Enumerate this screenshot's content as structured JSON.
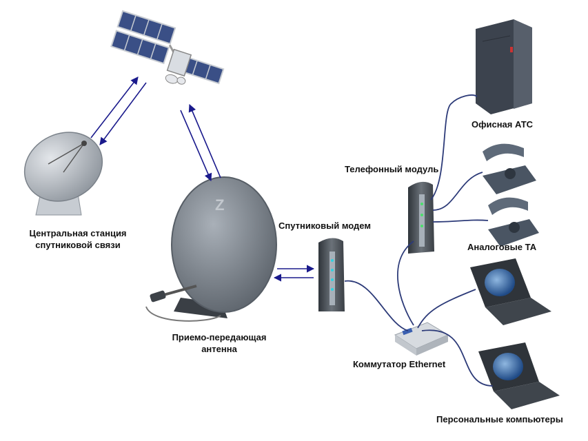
{
  "labels": {
    "central_station_line1": "Центральная станция",
    "central_station_line2": "спутниковой связи",
    "antenna_line1": "Приемо-передающая",
    "antenna_line2": "антенна",
    "satellite_modem": "Спутниковый модем",
    "phone_module": "Телефонный модуль",
    "office_pbx": "Офисная АТС",
    "analog_phones": "Аналоговые ТА",
    "ethernet_switch": "Коммутатор Ethernet",
    "personal_computers": "Персональные компьютеры"
  },
  "colors": {
    "link_arrow": "#1a1a8c",
    "cable": "#2c3a78",
    "dish_gray": "#8a9199",
    "device_dark": "#4a5058",
    "satellite_panel": "#3a4f86",
    "earth_screen": "#3b6aa8"
  }
}
